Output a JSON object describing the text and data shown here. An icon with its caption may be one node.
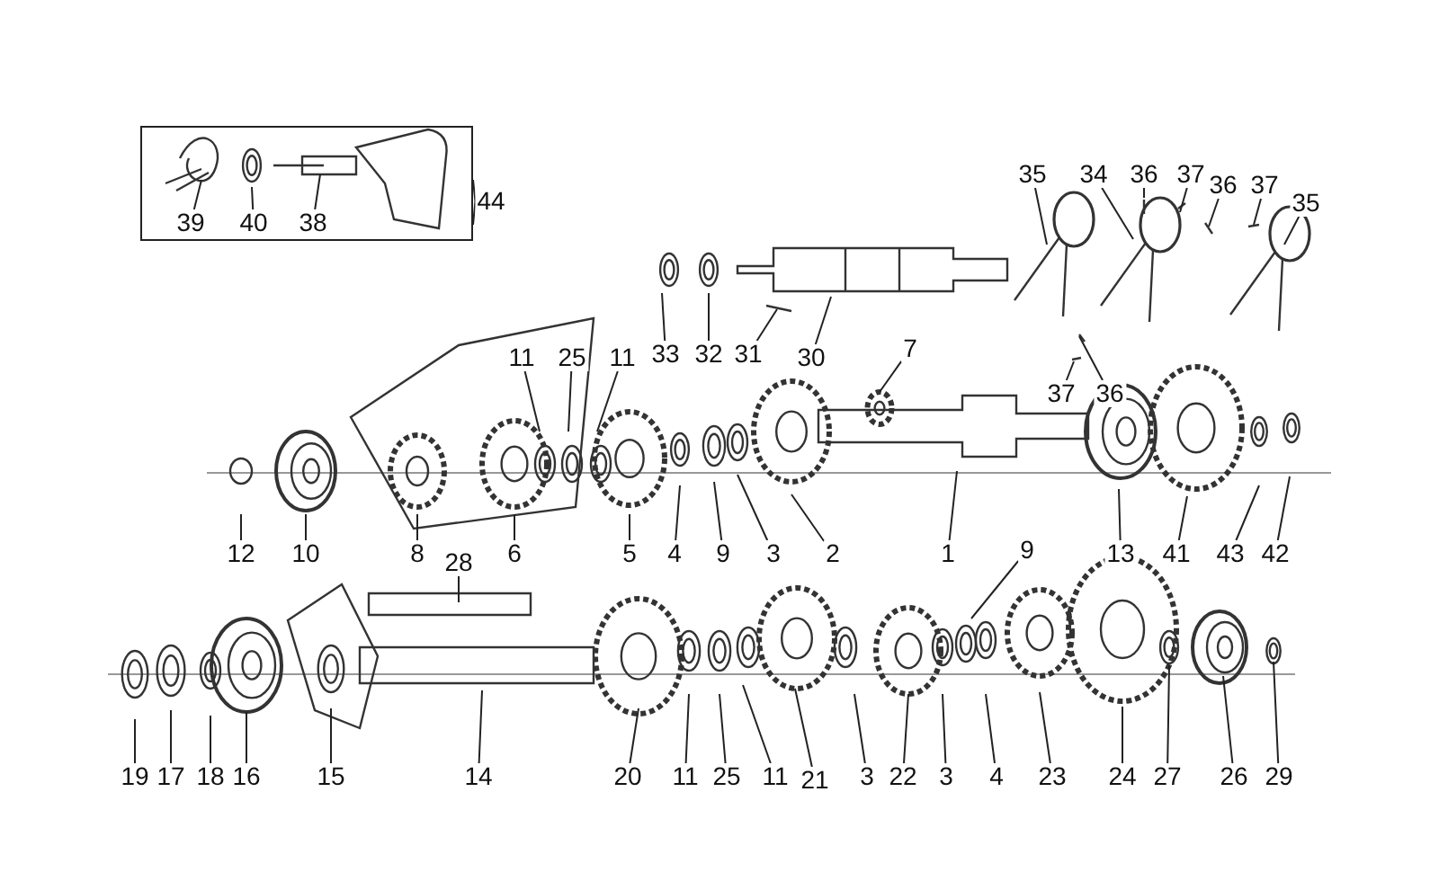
{
  "diagram": {
    "nodes": [
      {
        "text": [],
        "shape": "box"
      },
      {
        "text": [
          "39"
        ],
        "in": 0
      },
      {
        "text": [
          "40"
        ],
        "in": 0
      },
      {
        "text": [
          "38"
        ],
        "in": 0
      },
      {
        "text": [
          "44"
        ]
      },
      {
        "text": [
          "35"
        ]
      },
      {
        "text": [
          "34"
        ]
      },
      {
        "text": [
          "37"
        ]
      },
      {
        "text": [
          "36"
        ]
      },
      {
        "text": [
          "37"
        ]
      },
      {
        "text": [
          "35"
        ]
      },
      {
        "text": [
          "33"
        ]
      },
      {
        "text": [
          "32"
        ]
      },
      {
        "text": [
          "31"
        ]
      },
      {
        "text": [
          "30"
        ]
      },
      {
        "text": [
          "7"
        ]
      },
      {
        "text": [
          "11"
        ]
      },
      {
        "text": [
          "25"
        ]
      },
      {
        "text": [
          "11"
        ]
      },
      {
        "text": [
          "37"
        ]
      },
      {
        "text": [
          "36"
        ]
      },
      {
        "text": [
          "12"
        ]
      },
      {
        "text": [
          "10"
        ]
      },
      {
        "text": [
          "8"
        ]
      },
      {
        "text": [
          "6"
        ]
      },
      {
        "text": [
          "5"
        ]
      },
      {
        "text": [
          "4"
        ]
      },
      {
        "text": [
          "9"
        ]
      },
      {
        "text": [
          "3"
        ]
      },
      {
        "text": [
          "2"
        ]
      },
      {
        "text": [
          "1"
        ]
      },
      {
        "text": [
          "9"
        ]
      },
      {
        "text": [
          "13"
        ]
      },
      {
        "text": [
          "41"
        ]
      },
      {
        "text": [
          "43"
        ]
      },
      {
        "text": [
          "42"
        ]
      },
      {
        "text": [
          "28"
        ]
      },
      {
        "text": [
          "19"
        ]
      },
      {
        "text": [
          "17"
        ]
      },
      {
        "text": [
          "18"
        ]
      },
      {
        "text": [
          "16"
        ]
      },
      {
        "text": [
          "15"
        ]
      },
      {
        "text": [
          "14"
        ]
      },
      {
        "text": [
          "20"
        ]
      },
      {
        "text": [
          "11"
        ]
      },
      {
        "text": [
          "25"
        ]
      },
      {
        "text": [
          "11"
        ]
      },
      {
        "text": [
          "21"
        ]
      },
      {
        "text": [
          "3"
        ]
      },
      {
        "text": [
          "22"
        ]
      },
      {
        "text": [
          "3"
        ]
      },
      {
        "text": [
          "4"
        ]
      },
      {
        "text": [
          "23"
        ]
      },
      {
        "text": [
          "24"
        ]
      },
      {
        "text": [
          "27"
        ]
      },
      {
        "text": [
          "26"
        ]
      },
      {
        "text": [
          "29"
        ]
      },
      {
        "text": [
          "36"
        ]
      }
    ],
    "edges": [
      {
        "from": 1,
        "to": null,
        "arrow": "none"
      },
      {
        "from": 2,
        "to": null,
        "arrow": "none"
      },
      {
        "from": 3,
        "to": null,
        "arrow": "none"
      },
      {
        "from": 4,
        "to": 0,
        "arrow": "none"
      },
      {
        "from": 5,
        "to": null,
        "arrow": "none"
      },
      {
        "from": 6,
        "to": null,
        "arrow": "none"
      },
      {
        "from": 7,
        "to": null,
        "arrow": "none"
      },
      {
        "from": 8,
        "to": null,
        "arrow": "none"
      },
      {
        "from": 9,
        "to": null,
        "arrow": "none"
      },
      {
        "from": 10,
        "to": null,
        "arrow": "none"
      },
      {
        "from": 11,
        "to": null,
        "arrow": "none"
      },
      {
        "from": 12,
        "to": null,
        "arrow": "none"
      },
      {
        "from": 13,
        "to": null,
        "arrow": "none"
      },
      {
        "from": 14,
        "to": null,
        "arrow": "none"
      },
      {
        "from": 15,
        "to": null,
        "arrow": "none"
      },
      {
        "from": 16,
        "to": null,
        "arrow": "none"
      },
      {
        "from": 17,
        "to": null,
        "arrow": "none"
      },
      {
        "from": 18,
        "to": null,
        "arrow": "none"
      },
      {
        "from": 19,
        "to": null,
        "arrow": "none"
      },
      {
        "from": 20,
        "to": null,
        "arrow": "none"
      },
      {
        "from": 21,
        "to": null,
        "arrow": "none"
      },
      {
        "from": 22,
        "to": null,
        "arrow": "none"
      },
      {
        "from": 23,
        "to": null,
        "arrow": "none"
      },
      {
        "from": 24,
        "to": null,
        "arrow": "none"
      },
      {
        "from": 25,
        "to": null,
        "arrow": "none"
      },
      {
        "from": 26,
        "to": null,
        "arrow": "none"
      },
      {
        "from": 27,
        "to": null,
        "arrow": "none"
      },
      {
        "from": 28,
        "to": null,
        "arrow": "none"
      },
      {
        "from": 29,
        "to": null,
        "arrow": "none"
      },
      {
        "from": 30,
        "to": null,
        "arrow": "none"
      },
      {
        "from": 31,
        "to": null,
        "arrow": "none"
      },
      {
        "from": 32,
        "to": null,
        "arrow": "none"
      },
      {
        "from": 33,
        "to": null,
        "arrow": "none"
      },
      {
        "from": 34,
        "to": null,
        "arrow": "none"
      },
      {
        "from": 35,
        "to": null,
        "arrow": "none"
      },
      {
        "from": 36,
        "to": null,
        "arrow": "none"
      },
      {
        "from": 37,
        "to": null,
        "arrow": "none"
      },
      {
        "from": 38,
        "to": null,
        "arrow": "none"
      },
      {
        "from": 39,
        "to": null,
        "arrow": "none"
      },
      {
        "from": 40,
        "to": null,
        "arrow": "none"
      },
      {
        "from": 41,
        "to": null,
        "arrow": "none"
      },
      {
        "from": 42,
        "to": null,
        "arrow": "none"
      },
      {
        "from": 43,
        "to": null,
        "arrow": "none"
      },
      {
        "from": 44,
        "to": null,
        "arrow": "none"
      },
      {
        "from": 45,
        "to": null,
        "arrow": "none"
      },
      {
        "from": 46,
        "to": null,
        "arrow": "none"
      },
      {
        "from": 47,
        "to": null,
        "arrow": "none"
      },
      {
        "from": 48,
        "to": null,
        "arrow": "none"
      },
      {
        "from": 49,
        "to": null,
        "arrow": "none"
      },
      {
        "from": 50,
        "to": null,
        "arrow": "none"
      },
      {
        "from": 51,
        "to": null,
        "arrow": "none"
      },
      {
        "from": 52,
        "to": null,
        "arrow": "none"
      },
      {
        "from": 53,
        "to": null,
        "arrow": "none"
      },
      {
        "from": 54,
        "to": null,
        "arrow": "none"
      },
      {
        "from": 55,
        "to": null,
        "arrow": "none"
      },
      {
        "from": 56,
        "to": null,
        "arrow": "none"
      },
      {
        "from": 57,
        "to": null,
        "arrow": "none"
      }
    ]
  }
}
